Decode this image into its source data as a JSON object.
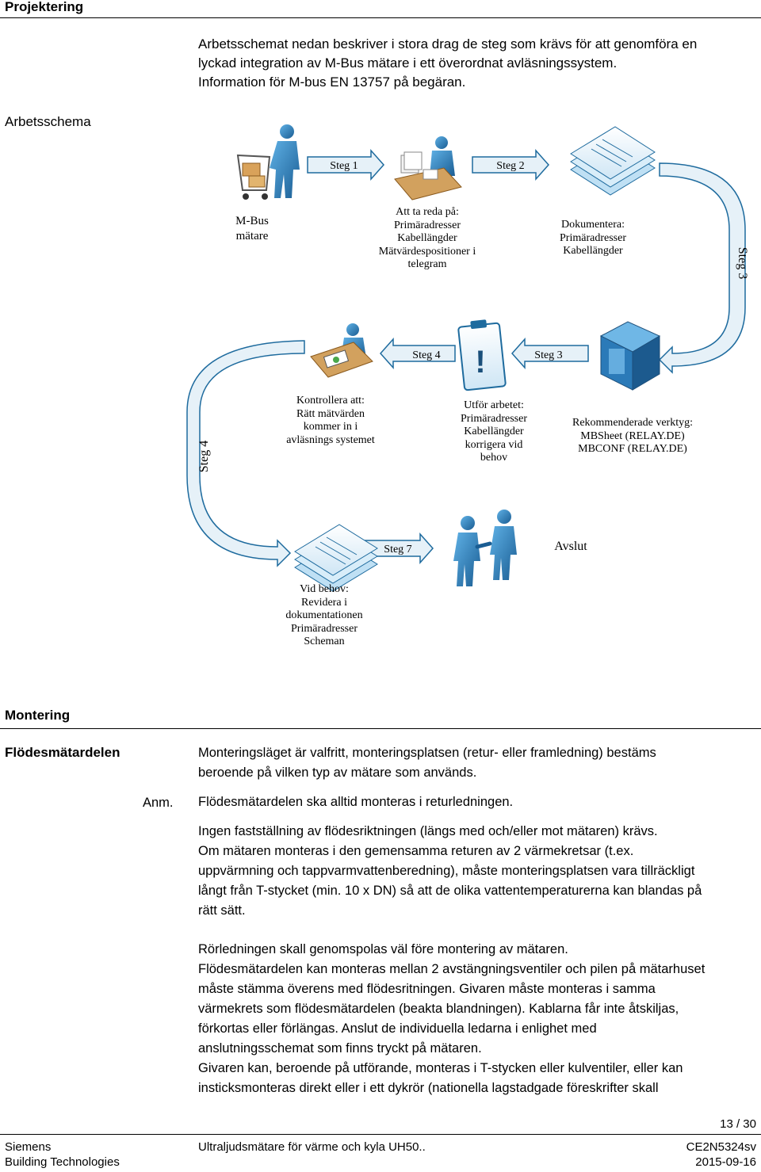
{
  "header": {
    "title": "Projektering"
  },
  "intro": {
    "lines": [
      "Arbetsschemat nedan beskriver i stora drag de steg som krävs för att genomföra en",
      "lyckad integration av M-Bus mätare i ett överordnat avläsningssystem.",
      "Information för M-bus EN 13757 på begäran."
    ]
  },
  "schema_label": "Arbetsschema",
  "diagram": {
    "arrows": {
      "steg1": "Steg 1",
      "steg2": "Steg 2",
      "steg3_side": "Steg 3",
      "steg3": "Steg 3",
      "steg4": "Steg 4",
      "steg4_side": "Steg 4",
      "steg7": "Steg 7"
    },
    "mbus": [
      "M-Bus",
      "mätare"
    ],
    "att_ta_reda": [
      "Att ta reda på:",
      "Primäradresser",
      "Kabellängder",
      "Mätvärdespositioner i",
      "telegram"
    ],
    "dokumentera": [
      "Dokumentera:",
      "Primäradresser",
      "Kabellängder"
    ],
    "kontrollera": [
      "Kontrollera att:",
      "Rätt mätvärden",
      "kommer in i",
      "avläsnings systemet"
    ],
    "utfor": [
      "Utför arbetet:",
      "Primäradresser",
      "Kabellängder",
      "korrigera vid",
      "behov"
    ],
    "rekommenderade": [
      "Rekommenderade  verktyg:",
      "MBSheet (RELAY.DE)",
      "MBCONF (RELAY.DE)"
    ],
    "avslut": "Avslut",
    "vid_behov": [
      "Vid behov:",
      "Revidera i",
      "dokumentationen",
      "Primäradresser",
      "Scheman"
    ]
  },
  "montering": {
    "title": "Montering",
    "subtitle": "Flödesmätardelen",
    "anm": "Anm.",
    "p1": [
      "Monteringsläget är valfritt, monteringsplatsen (retur- eller framledning) bestäms",
      "beroende på vilken typ av mätare som används."
    ],
    "p2": "Flödesmätardelen ska alltid monteras i returledningen.",
    "p3": [
      "Ingen fastställning av flödesriktningen (längs med och/eller mot mätaren) krävs.",
      "Om mätaren monteras i den gemensamma returen av 2 värmekretsar (t.ex.",
      "uppvärmning och tappvarmvattenberedning), måste monteringsplatsen vara tillräckligt",
      "långt från T-stycket (min. 10 x DN) så att de olika vattentemperaturerna kan blandas på",
      "rätt sätt."
    ],
    "p4": [
      "Rörledningen skall genomspolas väl före montering av mätaren.",
      "Flödesmätardelen kan monteras mellan 2 avstängningsventiler och pilen på mätarhuset",
      "måste stämma överens med flödesritningen. Givaren måste monteras i samma",
      "värmekrets som flödesmätardelen (beakta blandningen). Kablarna får inte åtskiljas,",
      "förkortas eller förlängas. Anslut de individuella ledarna i enlighet med",
      "anslutningsschemat som finns tryckt på mätaren.",
      "Givaren kan, beroende på utförande, monteras i T-stycken eller kulventiler, eller kan",
      "insticksmonteras direkt eller i ett dykrör (nationella lagstadgade föreskrifter skall"
    ]
  },
  "footer": {
    "page": "13 / 30",
    "company": "Siemens",
    "division": "Building Technologies",
    "doc_title": "Ultraljudsmätare för värme och kyla UH50..",
    "doc_id": "CE2N5324sv",
    "date": "2015-09-16"
  },
  "colors": {
    "arrow_fill": "#e6f1f8",
    "arrow_stroke": "#1e6b9e",
    "figure": "#2f86c4"
  }
}
